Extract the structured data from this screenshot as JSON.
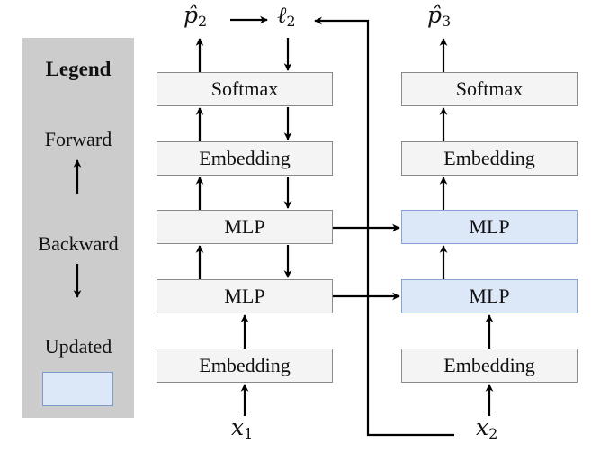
{
  "legend": {
    "title": "Legend",
    "forward_label": "Forward",
    "backward_label": "Backward",
    "updated_label": "Updated",
    "updated_color": "#dce7f8"
  },
  "colors": {
    "block_fill": "#f4f4f4",
    "updated_fill": "#dce7f8",
    "legend_bg": "#cccccc"
  },
  "left_stack": {
    "output": {
      "symbol": "p̂",
      "subscript": "2"
    },
    "loss": {
      "symbol": "ℓ",
      "subscript": "2"
    },
    "input": {
      "symbol": "x",
      "subscript": "1"
    },
    "blocks": [
      {
        "label": "Softmax",
        "updated": false
      },
      {
        "label": "Embedding",
        "updated": false
      },
      {
        "label": "MLP",
        "updated": false
      },
      {
        "label": "MLP",
        "updated": false
      },
      {
        "label": "Embedding",
        "updated": false
      }
    ]
  },
  "right_stack": {
    "output": {
      "symbol": "p̂",
      "subscript": "3"
    },
    "input": {
      "symbol": "x",
      "subscript": "2"
    },
    "blocks": [
      {
        "label": "Softmax",
        "updated": false
      },
      {
        "label": "Embedding",
        "updated": false
      },
      {
        "label": "MLP",
        "updated": true
      },
      {
        "label": "MLP",
        "updated": true
      },
      {
        "label": "Embedding",
        "updated": false
      }
    ]
  }
}
